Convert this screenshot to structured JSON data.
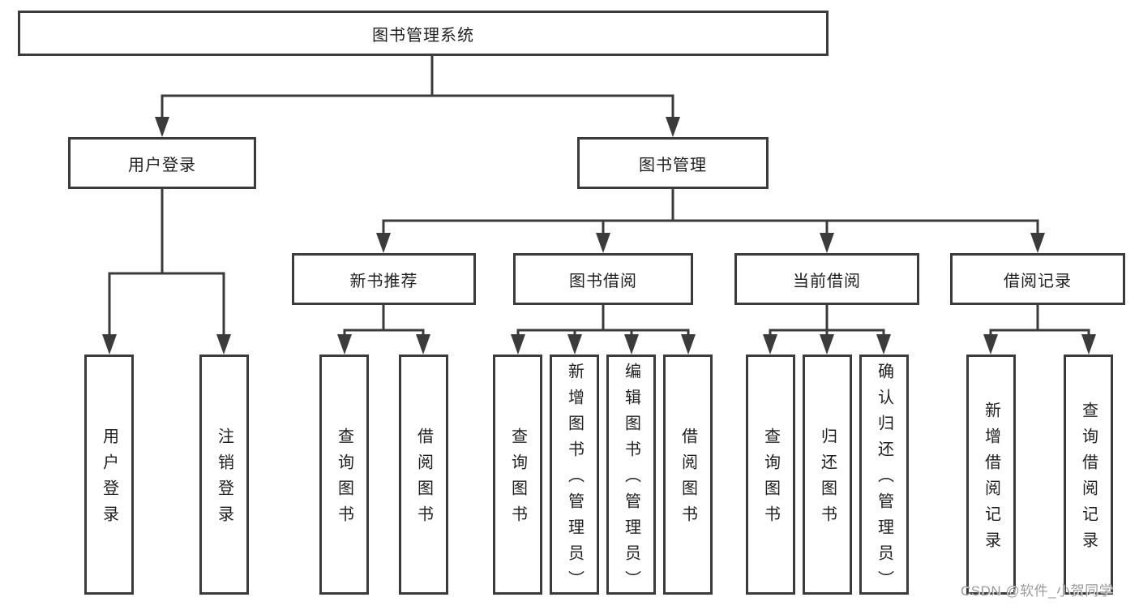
{
  "colors": {
    "line": "#3b3b3b",
    "box_border": "#3b3b3b",
    "text": "#1f1f1f",
    "watermark": "#9b9b9b",
    "background": "#ffffff"
  },
  "diagram": {
    "root": {
      "label": "图书管理系统"
    },
    "level2": [
      {
        "label": "用户登录"
      },
      {
        "label": "图书管理"
      }
    ],
    "level3": [
      {
        "label": "新书推荐",
        "parent": "图书管理"
      },
      {
        "label": "图书借阅",
        "parent": "图书管理"
      },
      {
        "label": "当前借阅",
        "parent": "图书管理"
      },
      {
        "label": "借阅记录",
        "parent": "图书管理"
      }
    ],
    "leaves": [
      {
        "label": "用户登录",
        "parent": "用户登录"
      },
      {
        "label": "注销登录",
        "parent": "用户登录"
      },
      {
        "label": "查询图书",
        "parent": "新书推荐"
      },
      {
        "label": "借阅图书",
        "parent": "新书推荐"
      },
      {
        "label": "查询图书",
        "parent": "图书借阅"
      },
      {
        "label": "新增图书（管理员）",
        "parent": "图书借阅"
      },
      {
        "label": "编辑图书（管理员）",
        "parent": "图书借阅"
      },
      {
        "label": "借阅图书",
        "parent": "图书借阅"
      },
      {
        "label": "查询图书",
        "parent": "当前借阅"
      },
      {
        "label": "归还图书",
        "parent": "当前借阅"
      },
      {
        "label": "确认归还（管理员）",
        "parent": "当前借阅"
      },
      {
        "label": "新增借阅记录",
        "parent": "借阅记录"
      },
      {
        "label": "查询借阅记录",
        "parent": "借阅记录"
      }
    ]
  },
  "watermark": {
    "text": "CSDN @软件_小贺同学"
  }
}
